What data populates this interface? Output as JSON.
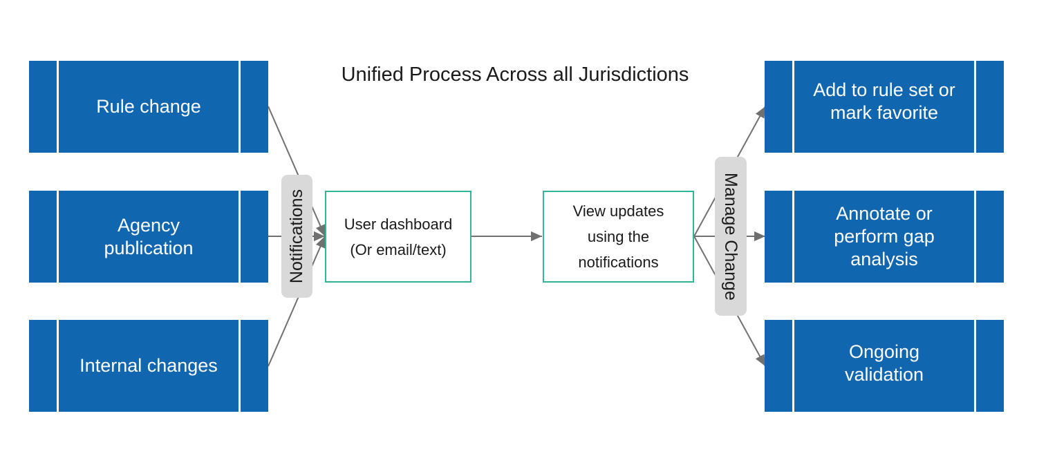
{
  "title": "Unified Process Across all Jurisdictions",
  "colors": {
    "process_box": "#1166b0",
    "outline_box_border": "#2fb59a",
    "pill": "#d9d9d9",
    "connector": "#707070"
  },
  "sources": [
    {
      "label": "Rule change"
    },
    {
      "label": "Agency\npublication"
    },
    {
      "label": "Internal changes"
    }
  ],
  "notifications_label": "Notifications",
  "dashboard_label": "User dashboard\n(Or email/text)",
  "view_updates_label": "View updates\nusing the\nnotifications",
  "manage_change_label": "Manage Change",
  "outcomes": [
    {
      "label": "Add to rule set or\nmark favorite"
    },
    {
      "label": "Annotate or\nperform gap\nanalysis"
    },
    {
      "label": "Ongoing\nvalidation"
    }
  ]
}
